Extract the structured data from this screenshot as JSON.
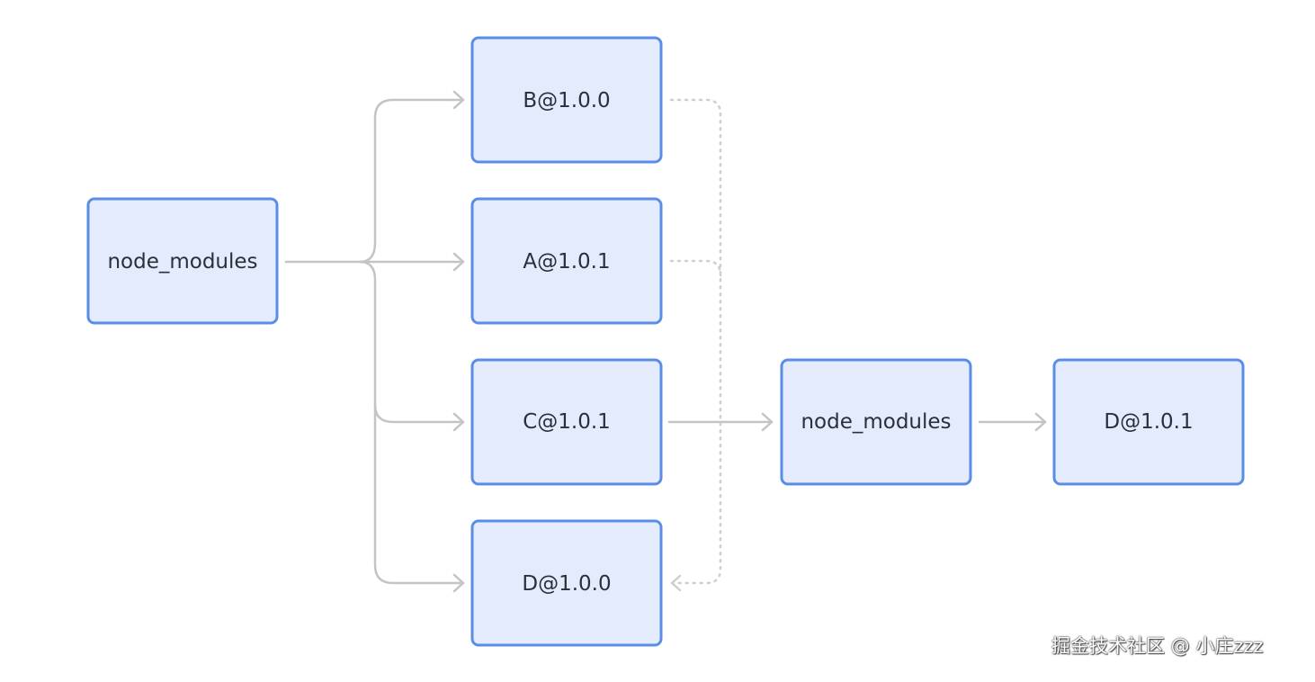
{
  "nodes": {
    "root_node_modules": "node_modules",
    "b_100": "B@1.0.0",
    "a_101": "A@1.0.1",
    "c_101": "C@1.0.1",
    "d_100": "D@1.0.0",
    "nested_node_modules": "node_modules",
    "nested_d_101": "D@1.0.1"
  },
  "edges": [
    {
      "from": "root_node_modules",
      "to": "b_100",
      "style": "solid"
    },
    {
      "from": "root_node_modules",
      "to": "a_101",
      "style": "solid"
    },
    {
      "from": "root_node_modules",
      "to": "c_101",
      "style": "solid"
    },
    {
      "from": "root_node_modules",
      "to": "d_100",
      "style": "solid"
    },
    {
      "from": "c_101",
      "to": "nested_node_modules",
      "style": "solid"
    },
    {
      "from": "nested_node_modules",
      "to": "nested_d_101",
      "style": "solid"
    },
    {
      "from": "b_100",
      "to": "d_100",
      "style": "dotted"
    },
    {
      "from": "a_101",
      "to": "d_100",
      "style": "dotted"
    }
  ],
  "colors": {
    "node_fill": "#e4ebfc",
    "node_border": "#5a8ee6",
    "edge": "#c4c4c4"
  },
  "watermark": "掘金技术社区 @ 小庄zzz"
}
